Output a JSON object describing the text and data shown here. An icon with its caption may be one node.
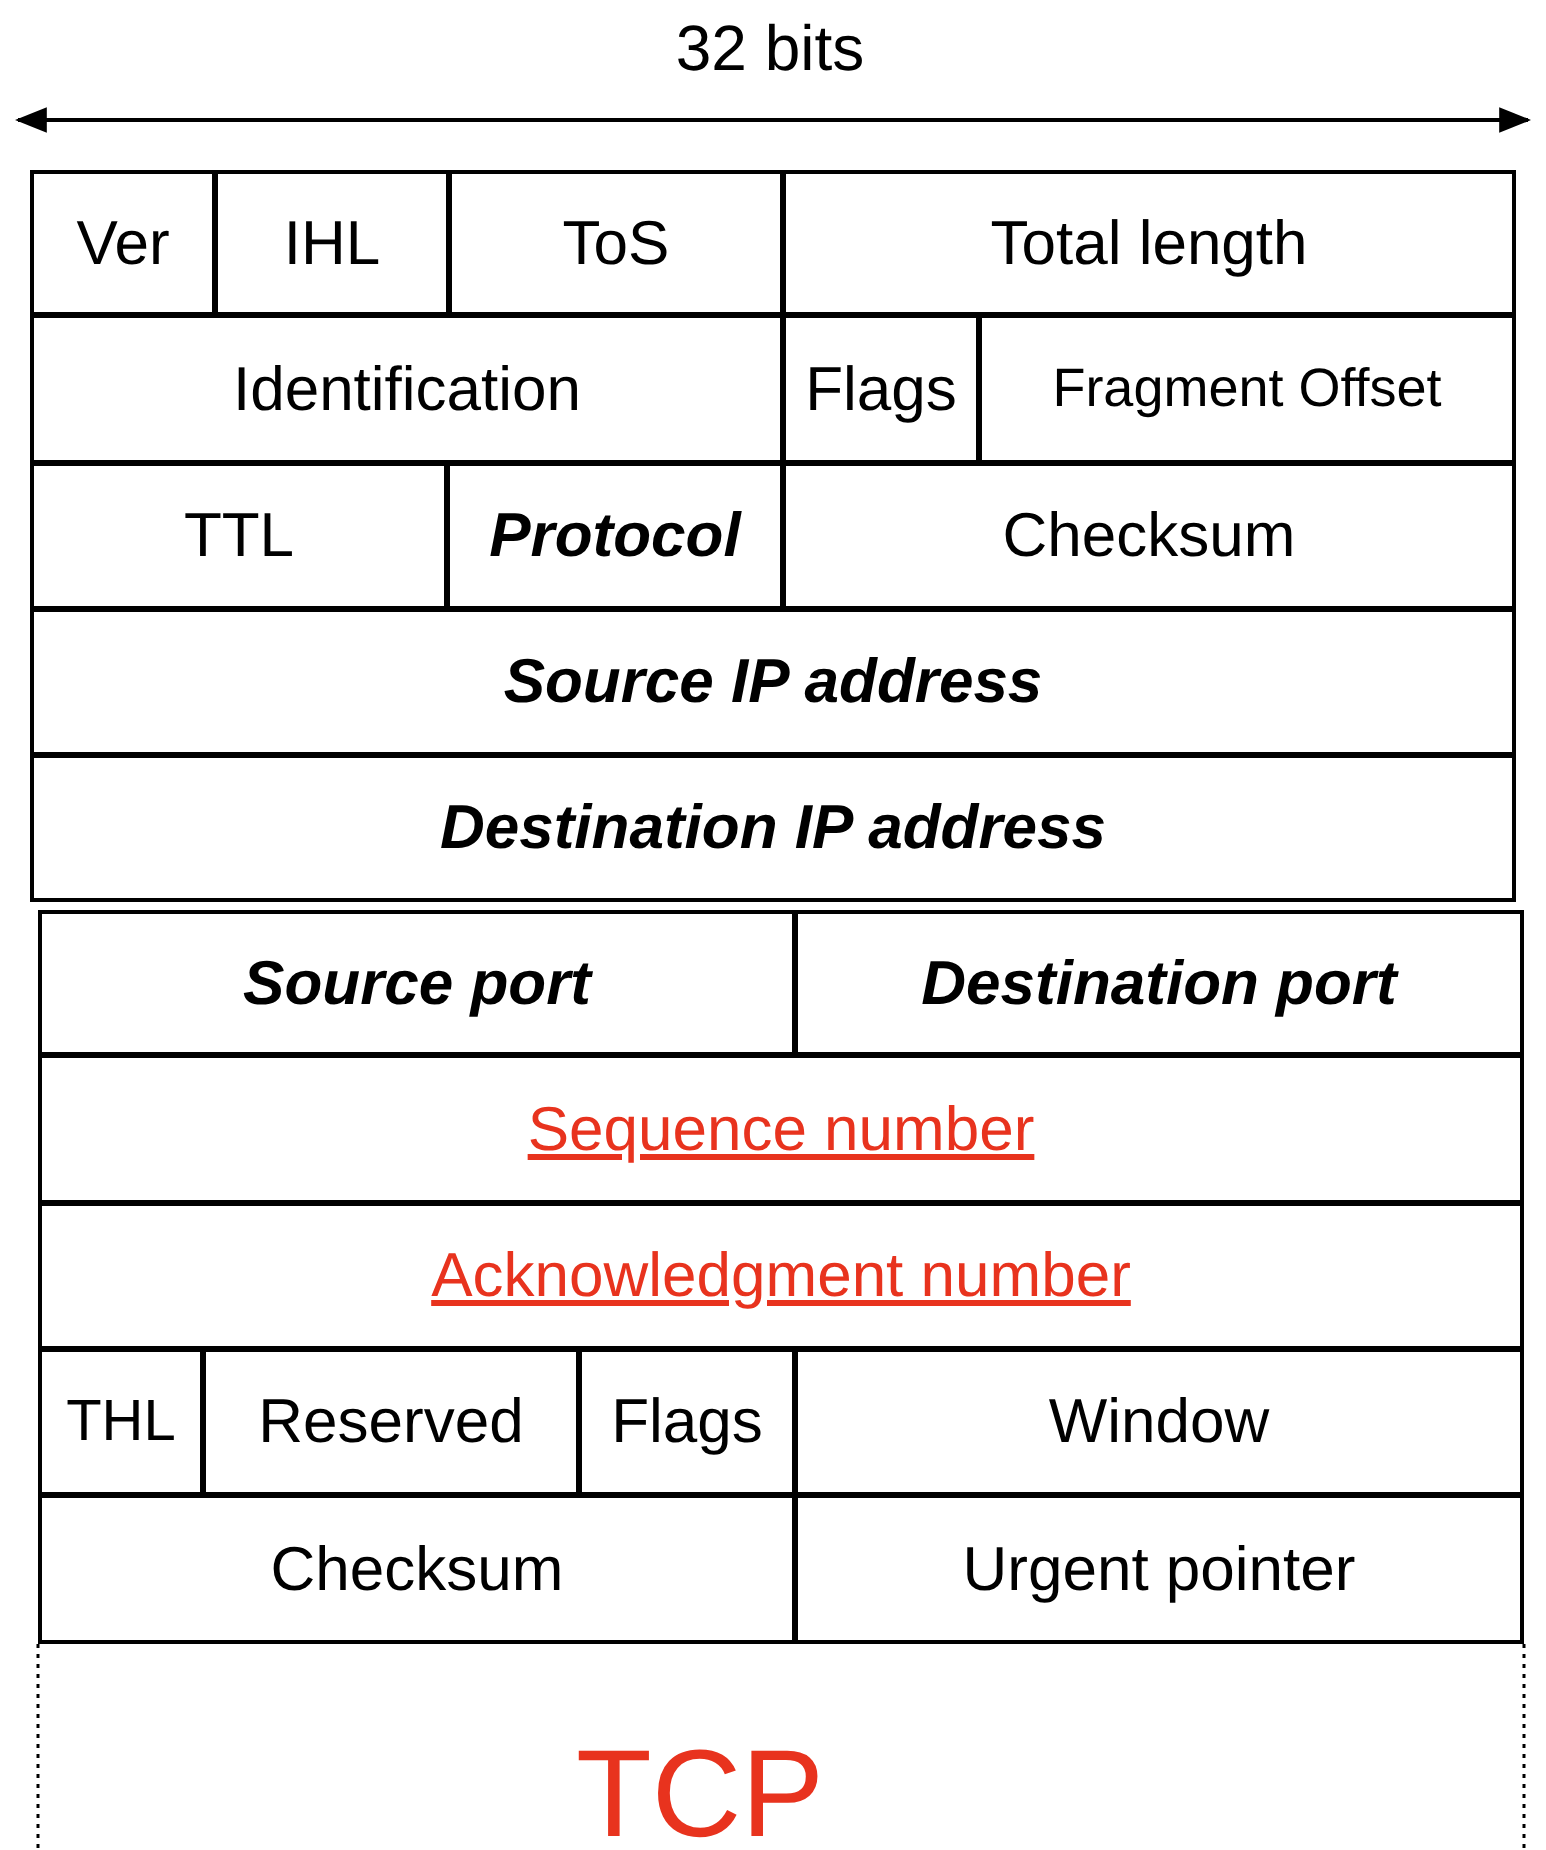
{
  "diagram": {
    "labels": [
      "32 bits",
      "Ver",
      "IHL",
      "ToS",
      "Total length",
      "Identification",
      "Flags",
      "Fragment Offset",
      "TTL",
      "Protocol",
      "Checksum",
      "Source IP address",
      "Destination IP address",
      "Source port",
      "Destination port",
      "Sequence number",
      "Acknowledgment number",
      "THL",
      "Reserved",
      "Flags",
      "Window",
      "Checksum",
      "Urgent pointer",
      "TCP"
    ]
  }
}
